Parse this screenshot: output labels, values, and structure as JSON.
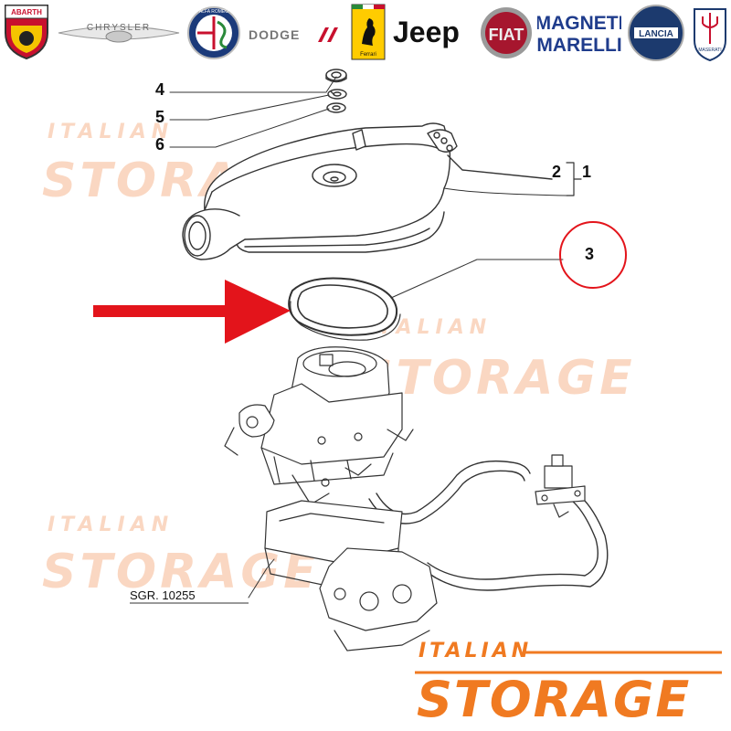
{
  "logos": [
    {
      "name": "abarth",
      "text": "ABARTH"
    },
    {
      "name": "chrysler",
      "text": "CHRYSLER"
    },
    {
      "name": "alfa-romeo",
      "text": "ALFA ROMEO"
    },
    {
      "name": "dodge",
      "text": "DODGE"
    },
    {
      "name": "ferrari",
      "text": "Ferrari"
    },
    {
      "name": "jeep",
      "text": "Jeep"
    },
    {
      "name": "fiat",
      "text": "FIAT"
    },
    {
      "name": "magneti-marelli",
      "text_line1": "MAGNETI",
      "text_line2": "MARELLI"
    },
    {
      "name": "lancia",
      "text": "LANCIA"
    },
    {
      "name": "maserati",
      "text": "MASERATI"
    }
  ],
  "callouts": {
    "c4": "4",
    "c5": "5",
    "c6": "6",
    "c2": "2",
    "c1": "1",
    "c3": "3"
  },
  "reference": "SGR. 10255",
  "watermark": {
    "small": "ITALIAN",
    "big": "STORAGE"
  },
  "brand": {
    "small": "ITALIAN",
    "big": "STORAGE",
    "color": "#f07a21"
  },
  "colors": {
    "arrow": "#e3141b",
    "highlight_circle": "#e3141b",
    "line": "#333333"
  }
}
